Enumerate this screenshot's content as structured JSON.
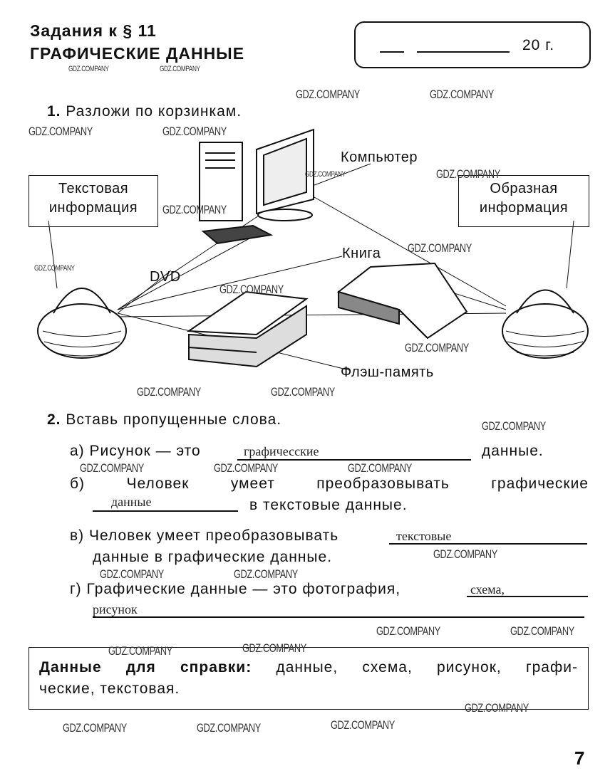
{
  "header": {
    "section": "Задания к § 11",
    "title": "ГРАФИЧЕСКИЕ ДАННЫЕ",
    "date_suffix": "20 г."
  },
  "task1": {
    "number": "1.",
    "instruction": "Разложи по корзинкам.",
    "left_basket_label": "Текстовая информация",
    "right_basket_label": "Образная информация",
    "items": [
      "Компьютер",
      "Книга",
      "DVD",
      "Флэш-память"
    ]
  },
  "task2": {
    "number": "2.",
    "instruction": "Вставь пропущенные слова.",
    "a": {
      "marker": "а)",
      "before": "Рисунок — это",
      "answer": "графичесские",
      "after": "данные."
    },
    "b": {
      "marker": "б)",
      "before": "Человек умеет преобразовывать графические",
      "answer": "данные",
      "after": "в текстовые данные."
    },
    "v": {
      "marker": "в)",
      "before": "Человек умеет преобразовывать",
      "answer": "текстовые",
      "after": "данные в графические данные."
    },
    "g": {
      "marker": "г)",
      "before": "Графические данные — это фотография,",
      "answer1": "схема,",
      "answer2": "рисунок"
    }
  },
  "reference": {
    "label": "Данные для справки:",
    "text1": "данные, схема, рисунок, графи-",
    "text2": "ческие, текстовая."
  },
  "page_number": "7",
  "watermark": "GDZ.COMPANY"
}
